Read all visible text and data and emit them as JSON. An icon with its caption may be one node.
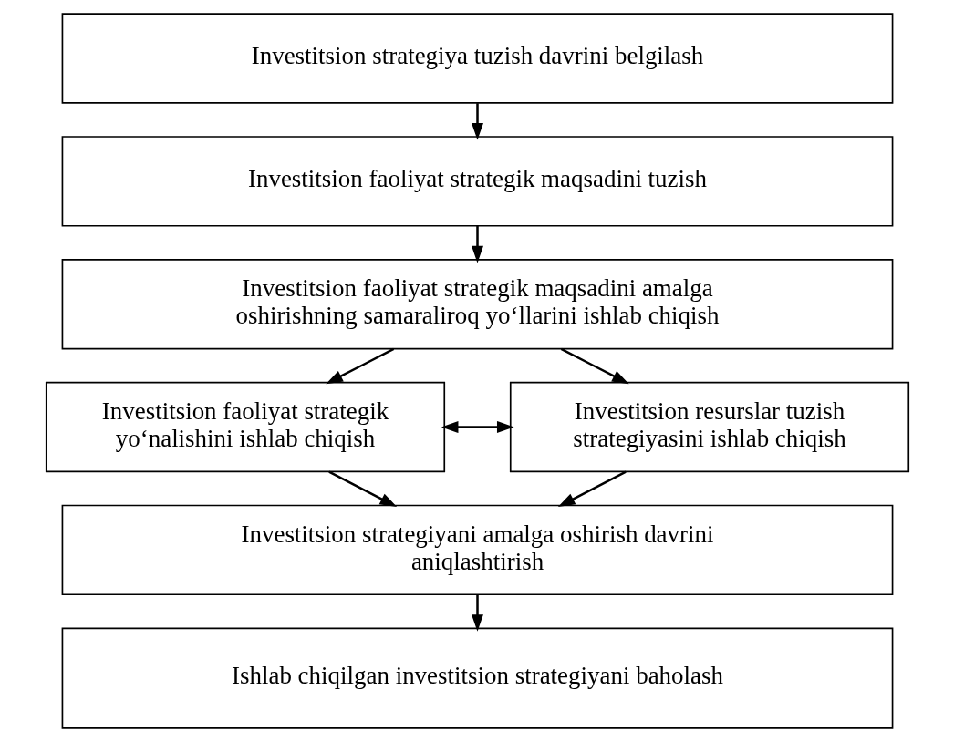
{
  "diagram": {
    "nodes": [
      {
        "text": [
          "Investitsion strategiya tuzish davrini belgilash"
        ]
      },
      {
        "text": [
          "Investitsion faoliyat strategik maqsadini tuzish"
        ]
      },
      {
        "text": [
          "Investitsion faoliyat strategik maqsadini amalga oshirishning samaraliroq yo‘llarini ishlab chiqish"
        ]
      },
      {
        "text": [
          "Investitsion faoliyat strategik yo‘nalishini ishlab chiqish"
        ]
      },
      {
        "text": [
          "Investitsion resurslar tuzish strategiyasini ishlab chiqish"
        ]
      },
      {
        "text": [
          "Investitsion strategiyani amalga oshirish davrini aniqlashtirish"
        ]
      },
      {
        "text": [
          "Ishlab chiqilgan investitsion strategiyani baholash"
        ]
      }
    ],
    "edges": [
      {
        "from": 0,
        "to": 1,
        "arrow": "to"
      },
      {
        "from": 1,
        "to": 2,
        "arrow": "to"
      },
      {
        "from": 2,
        "to": 3,
        "arrow": "to"
      },
      {
        "from": 2,
        "to": 4,
        "arrow": "to"
      },
      {
        "from": 3,
        "to": 4,
        "arrow": "both"
      },
      {
        "from": 3,
        "to": 5,
        "arrow": "to"
      },
      {
        "from": 4,
        "to": 5,
        "arrow": "to"
      },
      {
        "from": 5,
        "to": 6,
        "arrow": "to"
      }
    ]
  }
}
